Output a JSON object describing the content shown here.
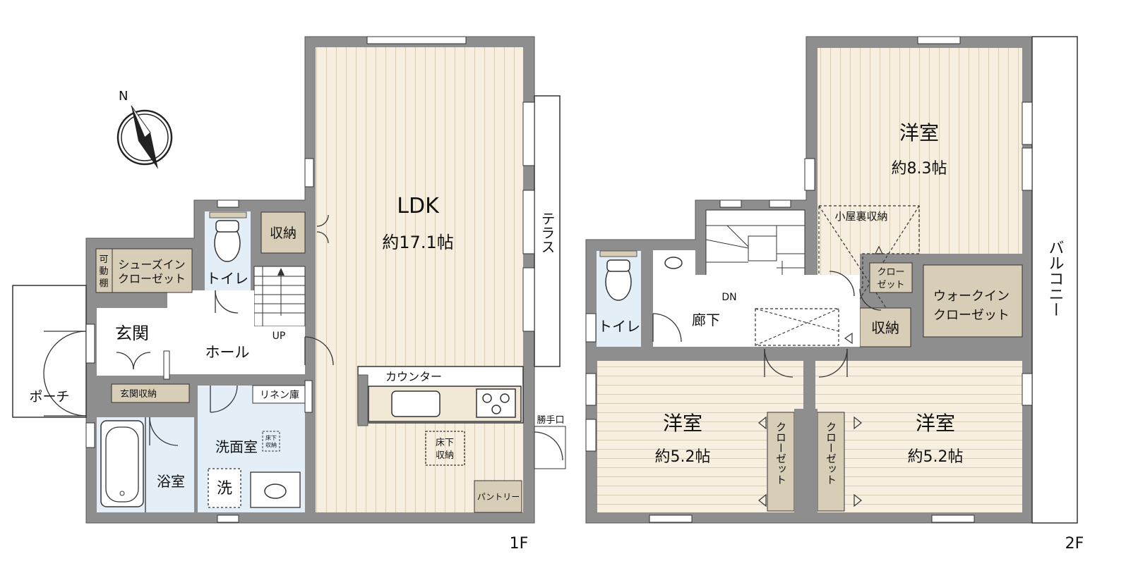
{
  "colors": {
    "wall": "#8e8e8e",
    "wall_stroke": "#555555",
    "wood": "#f6eedf",
    "wood_line": "#d6cbb6",
    "storage": "#d8ceb7",
    "wet": "#e3eef6",
    "line": "#333333"
  },
  "compass": {
    "label": "N"
  },
  "floor1": {
    "label": "1F",
    "rooms": {
      "ldk": {
        "name": "LDK",
        "size": "約17.1帖"
      },
      "terrace": "テラス",
      "storage": "収納",
      "toilet": "トイレ",
      "shoe_adjust": [
        "可",
        "動",
        "棚"
      ],
      "shoe_closet": [
        "シューズイン",
        "クローゼット"
      ],
      "entrance": "玄関",
      "hall": "ホール",
      "up": "UP",
      "entrance_storage": "玄関収納",
      "porch": "ポーチ",
      "linen": "リネン庫",
      "washroom": "洗面室",
      "underfloor_small": [
        "床下",
        "収納"
      ],
      "washer": "洗",
      "bath": "浴室",
      "counter": "カウンター",
      "service_door": "勝手口",
      "underfloor": [
        "床下",
        "収納"
      ],
      "pantry": "パントリー"
    }
  },
  "floor2": {
    "label": "2F",
    "rooms": {
      "western_main": {
        "name": "洋室",
        "size": "約8.3帖"
      },
      "attic": "小屋裏収納",
      "balcony": "バルコニー",
      "closet_small": [
        "クロー",
        "ゼット"
      ],
      "walkin": [
        "ウォークイン",
        "クローゼット"
      ],
      "storage": "収納",
      "hallway": "廊下",
      "dn": "DN",
      "toilet": "トイレ",
      "western_left": {
        "name": "洋室",
        "size": "約5.2帖"
      },
      "western_right": {
        "name": "洋室",
        "size": "約5.2帖"
      },
      "closet_left": "クローゼット",
      "closet_right": "クローゼット"
    }
  }
}
